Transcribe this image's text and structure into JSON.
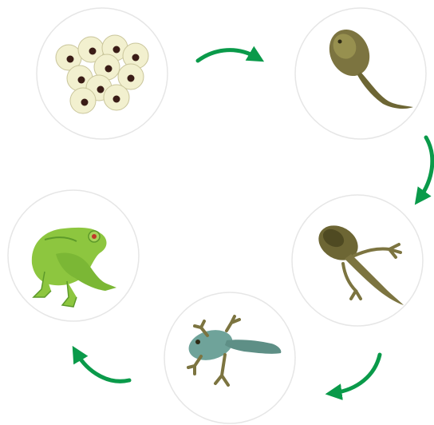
{
  "diagram": {
    "type": "life-cycle",
    "stages": [
      {
        "id": "eggs",
        "icon": "frog-eggs-icon"
      },
      {
        "id": "tadpole",
        "icon": "tadpole-icon"
      },
      {
        "id": "tadpole-with-legs",
        "icon": "tadpole-with-hind-legs-icon"
      },
      {
        "id": "froglet",
        "icon": "froglet-icon"
      },
      {
        "id": "adult-frog",
        "icon": "adult-frog-icon"
      }
    ],
    "arrow_color": "#0a9a4a"
  },
  "colors": {
    "circle_fill": "#ffffff",
    "circle_stroke": "#e6e6e6",
    "arrow": "#0a9a4a",
    "egg_jelly": "#f2f0cf",
    "egg_yolk": "#3a1c16",
    "tadpole_body": "#7c7440",
    "tadpole_dark": "#4f4a22",
    "froglet_body": "#6fa39a",
    "frog_body": "#8dc63f",
    "frog_dark": "#5d9a2a"
  }
}
